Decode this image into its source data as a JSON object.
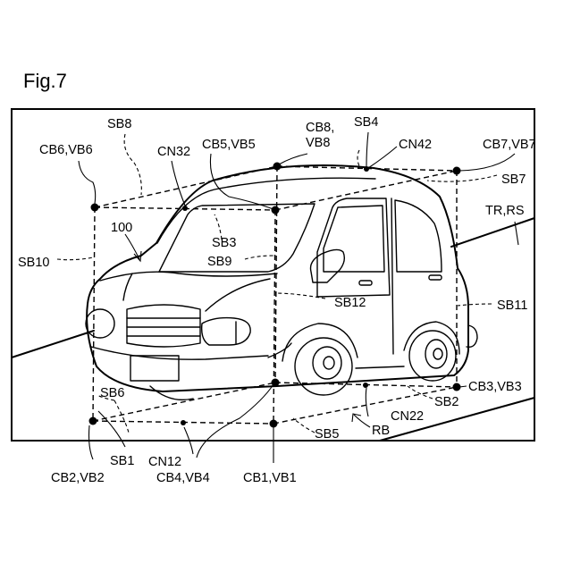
{
  "figure": {
    "title": "Fig.7"
  },
  "labels": {
    "sb8": "SB8",
    "cb8_vb8_a": "CB8,",
    "cb8_vb8_b": "VB8",
    "sb4": "SB4",
    "cb6_vb6": "CB6,VB6",
    "cn32": "CN32",
    "cb5_vb5": "CB5,VB5",
    "cn42": "CN42",
    "cb7_vb7": "CB7,VB7",
    "sb7": "SB7",
    "tr_rs": "TR,RS",
    "ref_100": "100",
    "sb3": "SB3",
    "sb9": "SB9",
    "sb10": "SB10",
    "sb12": "SB12",
    "sb11": "SB11",
    "sb6": "SB6",
    "cb3_vb3": "CB3,VB3",
    "sb2": "SB2",
    "cn22": "CN22",
    "sb5": "SB5",
    "rb": "RB",
    "sb1": "SB1",
    "cn12": "CN12",
    "cb2_vb2": "CB2,VB2",
    "cb4_vb4": "CB4,VB4",
    "cb1_vb1": "CB1,VB1"
  }
}
